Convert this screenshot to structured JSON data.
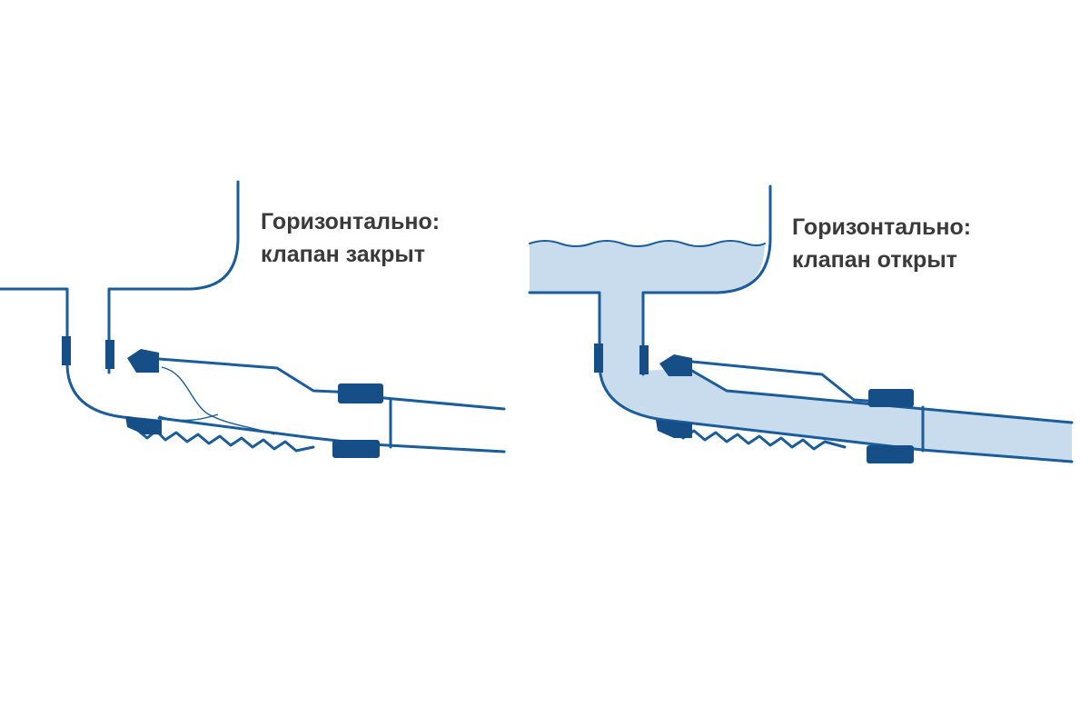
{
  "panels": [
    {
      "state": "closed",
      "label_line1": "Горизонтально:",
      "label_line2": "клапан закрыт"
    },
    {
      "state": "open",
      "label_line1": "Горизонтально:",
      "label_line2": "клапан открыт"
    }
  ],
  "colors": {
    "line": "#1b5c9a",
    "seal": "#164f87",
    "water": "#c9dced",
    "text": "#3a3a3a",
    "background": "#ffffff"
  }
}
